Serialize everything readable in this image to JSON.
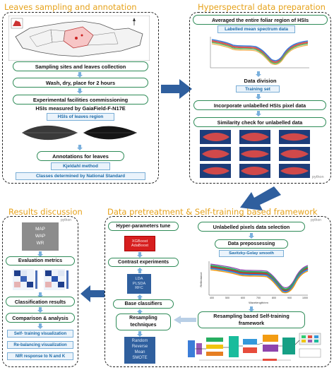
{
  "sections": {
    "leaves": "Leaves sampling and annotation",
    "hyper": "Hyperspectral data preparation",
    "results": "Results discussion",
    "pretreat": "Data pretreatment & Self-training based framework"
  },
  "leaves_panel": {
    "steps": [
      "Sampling sites and leaves collection",
      "Wash, dry, place for 2 hours",
      "Experimental facilities commissioning",
      "HSIs measured by GaiaField-F-N17E",
      "Annotations for leaves"
    ],
    "tags": {
      "hsis_region": "HSIs of leaves region",
      "kjeldahl": "Kjeldahl method",
      "classes": "Classes determined by National Standard"
    }
  },
  "hyper_panel": {
    "steps": [
      "Averaged the entire foliar region of HSIs",
      "Data division",
      "Incorporate unlabelled HSIs pixel data",
      "Similarity check for unlabelled data"
    ],
    "tags": {
      "mean_spectrum": "Labelled mean spectrum data",
      "training_set": "Training set"
    },
    "logo": "python"
  },
  "results_panel": {
    "metrics": [
      "MAP",
      "WAP",
      "WR"
    ],
    "steps": [
      "Evaluation metrics",
      "Classification results",
      "Comparison & analysis"
    ],
    "tags": [
      "Self- training visualization",
      "Re-balancing visualization",
      "NIR response to N and K"
    ],
    "logo": "python"
  },
  "pretreat_panel": {
    "hyper_tune": "Hyper-parameters tune",
    "boost": [
      "XGBoost",
      "AdaBoost"
    ],
    "contrast": "Contrast experiments",
    "base_models": [
      "LDA",
      "PLSDA",
      "RFC"
    ],
    "base": "Base classifiers",
    "resampling_title": [
      "Resampling",
      "techniques"
    ],
    "resampling": [
      "Random",
      "Reverse",
      "Mean",
      "SMOTE"
    ],
    "unlabelled": "Unlabelled pixels data selection",
    "prepro": "Data prepossessing",
    "savgol": "Savitzky-Golay smooth",
    "self_training": [
      "Resampling based Self-training",
      "framework"
    ],
    "plot_xlabel": "Wavelength/nm",
    "plot_ylabel": "Reflectance",
    "plot_xticks": [
      "400",
      "500",
      "600",
      "700",
      "800",
      "900",
      "1000"
    ],
    "logo": "python"
  },
  "colors": {
    "title": "#e6a21a",
    "step_border": "#2e8b57",
    "tag_text": "#1b6aa8",
    "arrow": "#2f5f9e"
  }
}
